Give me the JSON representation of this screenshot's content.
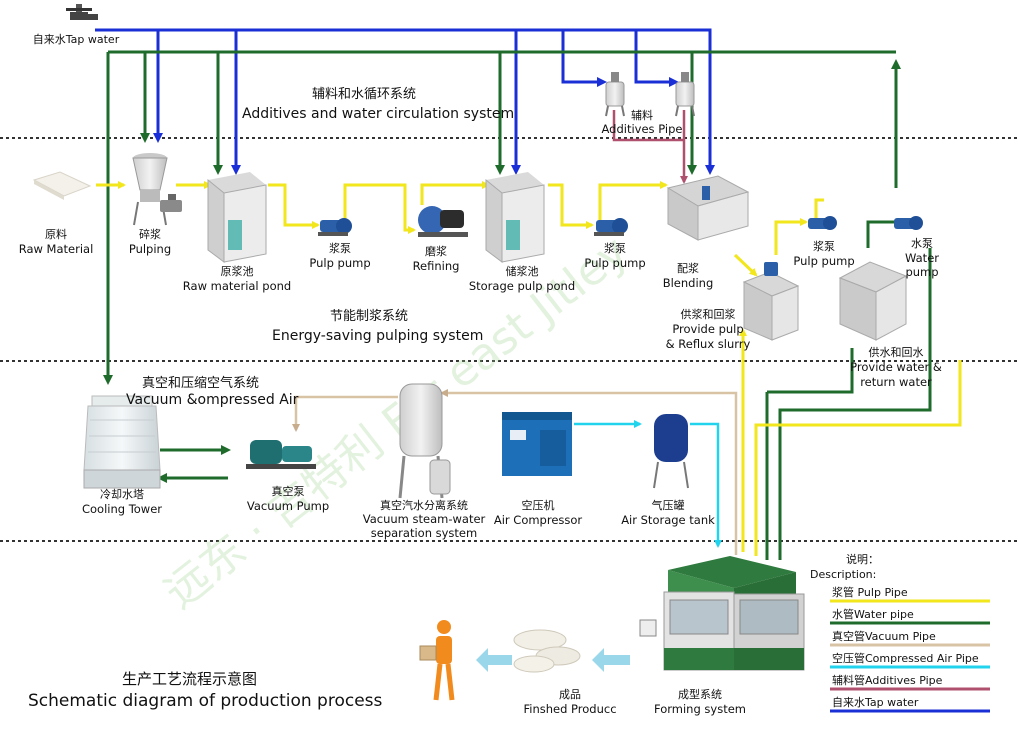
{
  "sections": {
    "additives_cn": "辅料和水循环系统",
    "additives_en": "Additives and water circulation system",
    "energy_cn": "节能制浆系统",
    "energy_en": "Energy-saving pulping system",
    "vacuum_cn": "真空和压缩空气系统",
    "vacuum_en": "Vacuum &ompressed Air"
  },
  "title": {
    "cn": "生产工艺流程示意图",
    "en": "Schematic diagram of production process"
  },
  "labels": {
    "tap_water": "自来水Tap water",
    "raw_material_cn": "原料",
    "raw_material_en": "Raw Material",
    "pulping_cn": "碎浆",
    "pulping_en": "Pulping",
    "raw_pond_cn": "原浆池",
    "raw_pond_en": "Raw material pond",
    "pulp_pump1_cn": "浆泵",
    "pulp_pump1_en": "Pulp pump",
    "refining_cn": "磨浆",
    "refining_en": "Refining",
    "storage_cn": "储浆池",
    "storage_en": "Storage pulp pond",
    "pulp_pump2_cn": "浆泵",
    "pulp_pump2_en": "Pulp pump",
    "blending_cn": "配浆",
    "blending_en": "Blending",
    "additives_pipe_cn": "辅料",
    "additives_pipe_en": "Additives Pipe",
    "provide_pulp_cn": "供浆和回浆",
    "provide_pulp_en1": "Provide pulp",
    "provide_pulp_en2": "& Reflux slurry",
    "pulp_pump3_cn": "浆泵",
    "pulp_pump3_en": "Pulp pump",
    "water_pump_cn": "水泵",
    "water_pump_en1": "Water",
    "water_pump_en2": "pump",
    "provide_water_cn": "供水和回水",
    "provide_water_en1": "Provide water &",
    "provide_water_en2": "return water",
    "cooling_cn": "冷却水塔",
    "cooling_en": "Cooling Tower",
    "vacuum_pump_cn": "真空泵",
    "vacuum_pump_en": "Vacuum Pump",
    "separation_cn": "真空汽水分离系统",
    "separation_en1": "Vacuum steam-water",
    "separation_en2": "separation system",
    "compressor_cn": "空压机",
    "compressor_en": "Air Compressor",
    "air_tank_cn": "气压罐",
    "air_tank_en": "Air Storage tank",
    "forming_cn": "成型系统",
    "forming_en": "Forming system",
    "finished_cn": "成品",
    "finished_en": "Finshed Producc"
  },
  "legend": {
    "title_cn": "说明：",
    "title_en": "Description:",
    "items": [
      {
        "label": "浆管 Pulp Pipe",
        "color": "#f2e61c"
      },
      {
        "label": "水管Water pipe",
        "color": "#1e6b2c"
      },
      {
        "label": "真空管Vacuum Pipe",
        "color": "#d8c3a5"
      },
      {
        "label": "空压管Compressed Air Pipe",
        "color": "#22d3ee"
      },
      {
        "label": "辅料管Additives Pipe",
        "color": "#b0506f"
      },
      {
        "label": "自来水Tap water",
        "color": "#1a2fd6"
      }
    ]
  },
  "watermark": "远东 · 吉特利 Far east Jitley",
  "colors": {
    "pulp": "#f2e61c",
    "water": "#1e6b2c",
    "vacuum": "#d8c3a5",
    "air": "#22d3ee",
    "additives": "#b0506f",
    "tap": "#1a2fd6"
  }
}
